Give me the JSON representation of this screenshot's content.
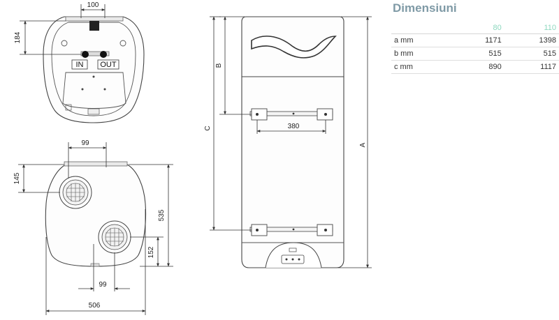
{
  "panel": {
    "title": "Dimensiuni",
    "columns": [
      "",
      "80",
      "110"
    ],
    "rows": [
      {
        "label": "a mm",
        "v80": "1171",
        "v110": "1398"
      },
      {
        "label": "b mm",
        "v80": "515",
        "v110": "515"
      },
      {
        "label": "c mm",
        "v80": "890",
        "v110": "1117"
      }
    ]
  },
  "top_view": {
    "dim_width": "100",
    "dim_depth": "184",
    "label_in": "IN",
    "label_out": "OUT"
  },
  "bottom_view": {
    "dim_top_offset": "99",
    "dim_top_depth": "145",
    "dim_height": "535",
    "dim_lower": "152",
    "dim_bottom_offset": "99",
    "dim_width": "506"
  },
  "front_view": {
    "dim_bracket": "380",
    "label_a": "A",
    "label_b": "B",
    "label_c": "C"
  }
}
